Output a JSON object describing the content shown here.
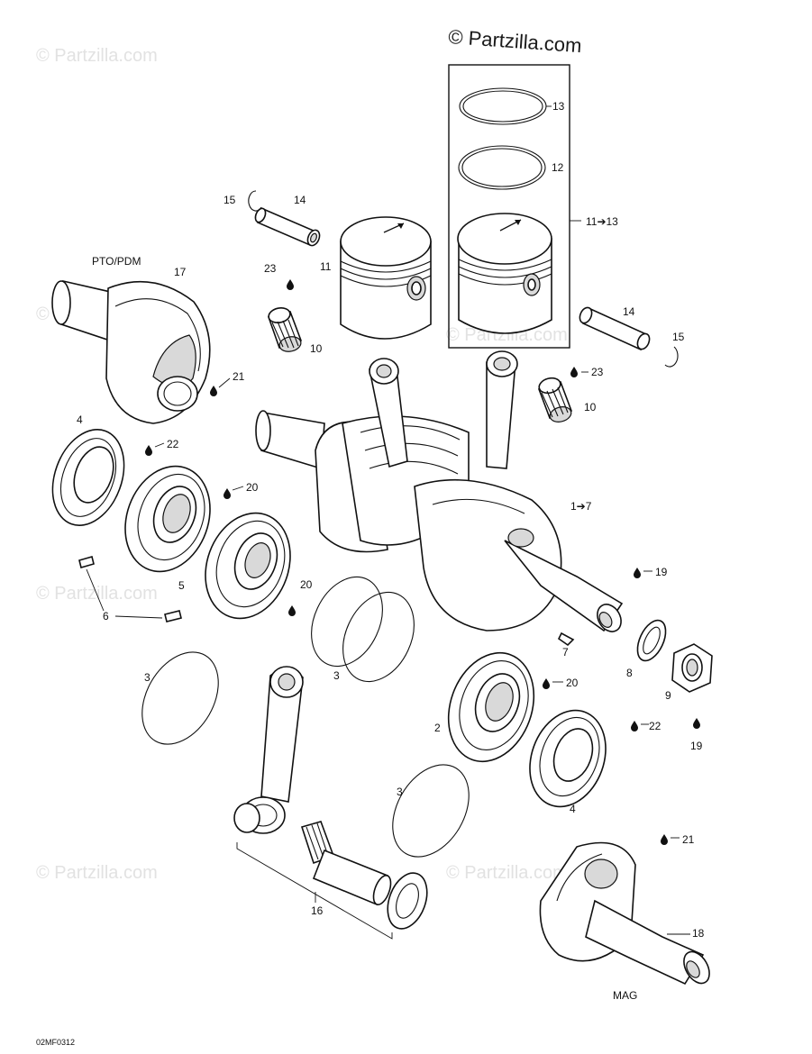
{
  "watermark": {
    "main": "© Partzilla.com",
    "faint": "© Partzilla.com"
  },
  "labels": {
    "pto_pdm": "PTO/PDM",
    "mag": "MAG",
    "drawing_code": "02MF0312",
    "p1_7": "1➔7",
    "p11_13": "11➔13",
    "p2": "2",
    "p3": "3",
    "p4": "4",
    "p5": "5",
    "p6": "6",
    "p7": "7",
    "p8": "8",
    "p9": "9",
    "p10": "10",
    "p11": "11",
    "p12": "12",
    "p13": "13",
    "p14": "14",
    "p15": "15",
    "p16": "16",
    "p17": "17",
    "p18": "18",
    "p19": "19",
    "p20": "20",
    "p21": "21",
    "p22": "22",
    "p23": "23"
  },
  "icons": {
    "lubrication": "oil-drop-icon",
    "direction": "arrow-icon"
  },
  "colors": {
    "line": "#111111",
    "watermark": "#e2e2e2",
    "background": "#ffffff"
  }
}
